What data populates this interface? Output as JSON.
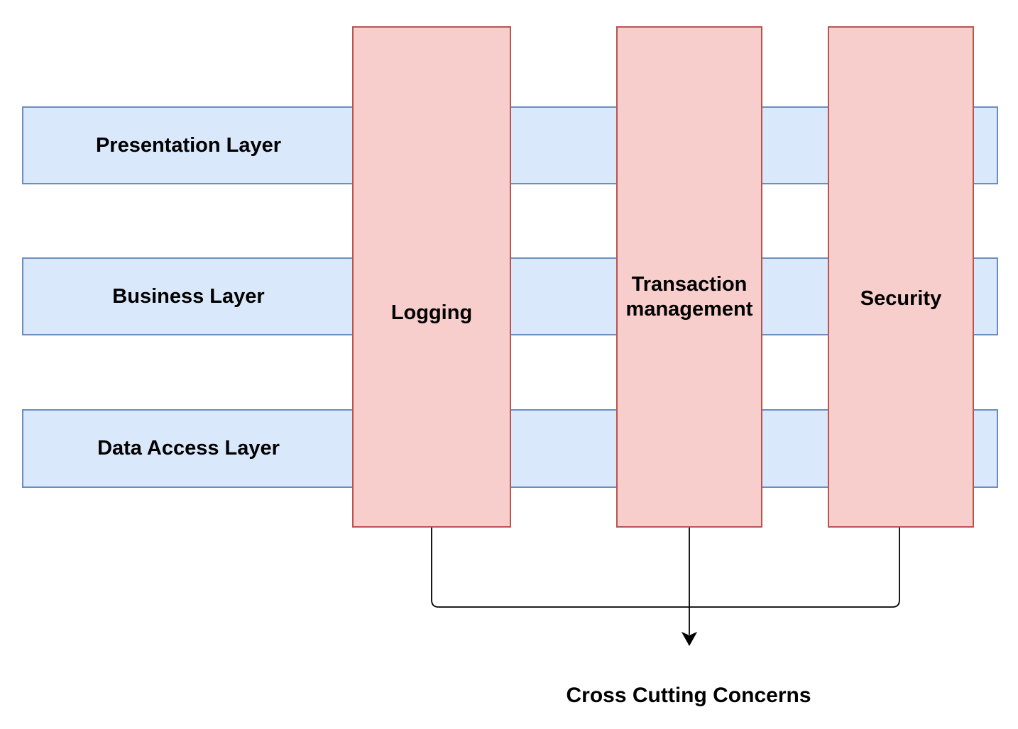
{
  "diagram": {
    "layers": [
      {
        "label": "Presentation Layer"
      },
      {
        "label": "Business Layer"
      },
      {
        "label": "Data Access Layer"
      }
    ],
    "concerns": [
      {
        "label": "Logging"
      },
      {
        "label": "Transaction management"
      },
      {
        "label": "Security"
      }
    ],
    "caption": "Cross Cutting Concerns",
    "colors": {
      "layer_fill": "#dae8fc",
      "layer_border": "#6c8ebf",
      "concern_fill": "#f8cecc",
      "concern_border": "#b85450",
      "connector": "#000000",
      "text": "#000000",
      "background": "#ffffff"
    }
  }
}
